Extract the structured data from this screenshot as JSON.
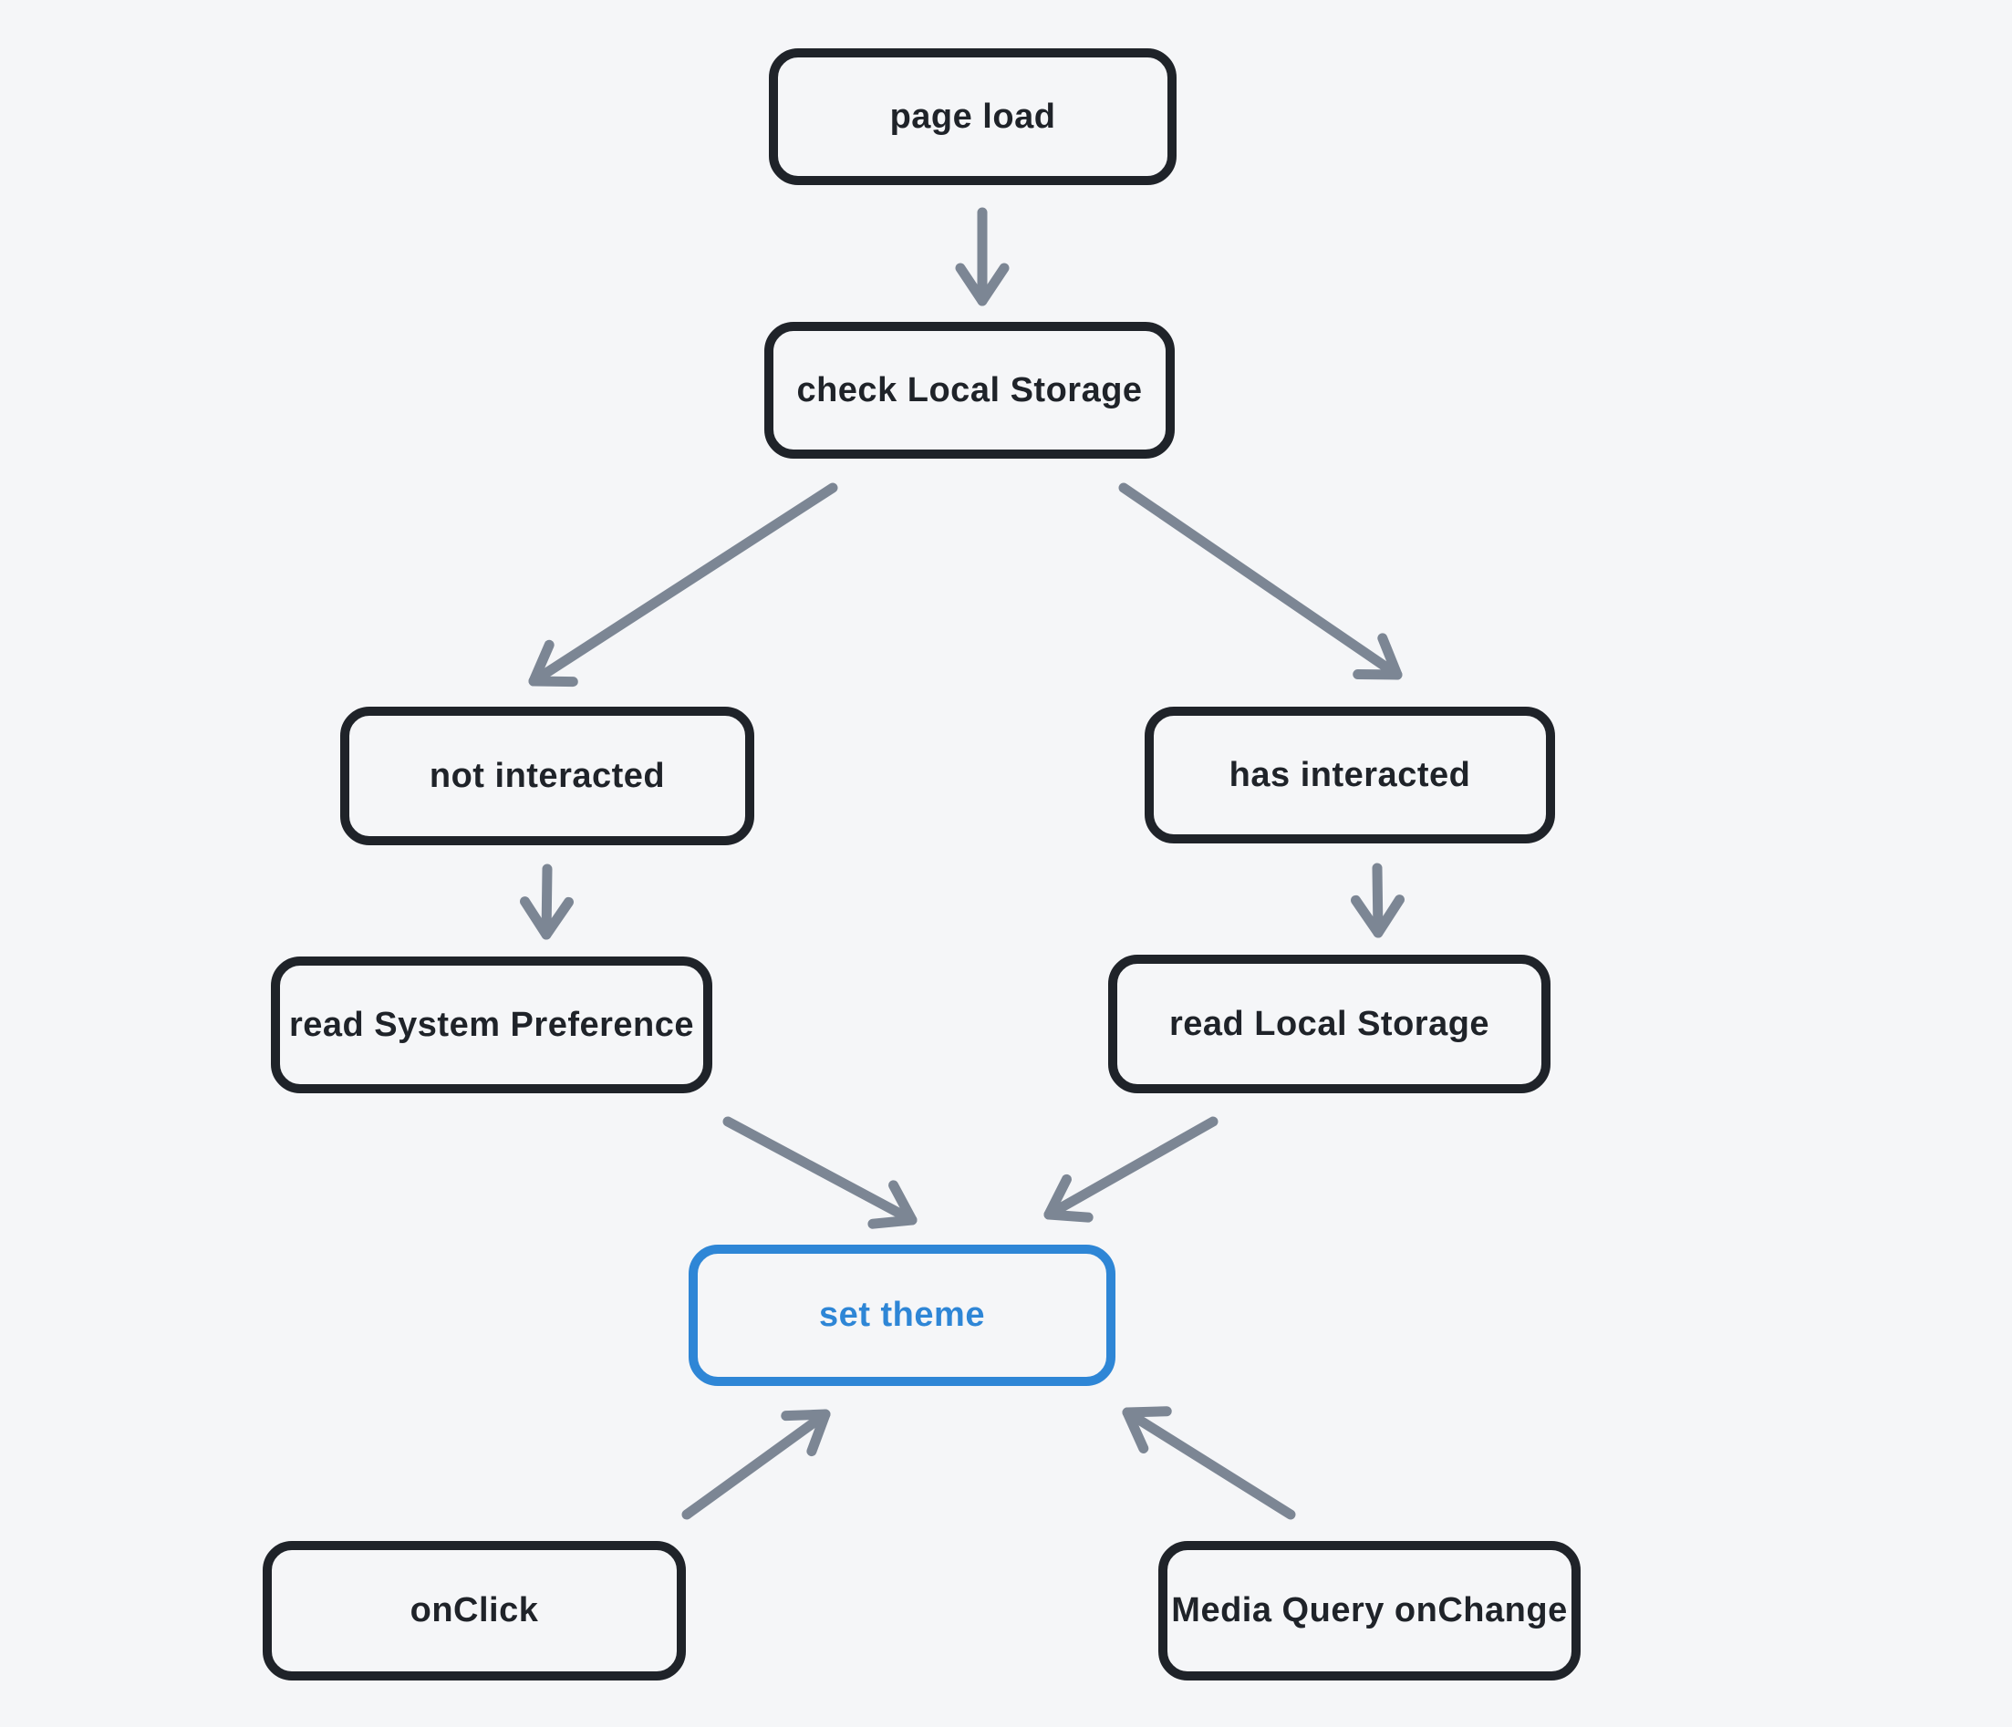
{
  "diagram": {
    "type": "flowchart",
    "nodes": [
      {
        "id": "page-load",
        "label": "page load"
      },
      {
        "id": "check-local-storage",
        "label": "check Local Storage"
      },
      {
        "id": "not-interacted",
        "label": "not interacted"
      },
      {
        "id": "has-interacted",
        "label": "has interacted"
      },
      {
        "id": "read-system-pref",
        "label": "read System Preference"
      },
      {
        "id": "read-local-storage",
        "label": "read Local Storage"
      },
      {
        "id": "set-theme",
        "label": "set theme",
        "accent": true
      },
      {
        "id": "onclick",
        "label": "onClick"
      },
      {
        "id": "media-query-onchange",
        "label": "Media Query onChange"
      }
    ],
    "edges": [
      {
        "from": "page-load",
        "to": "check-local-storage"
      },
      {
        "from": "check-local-storage",
        "to": "not-interacted"
      },
      {
        "from": "check-local-storage",
        "to": "has-interacted"
      },
      {
        "from": "not-interacted",
        "to": "read-system-pref"
      },
      {
        "from": "has-interacted",
        "to": "read-local-storage"
      },
      {
        "from": "read-system-pref",
        "to": "set-theme"
      },
      {
        "from": "read-local-storage",
        "to": "set-theme"
      },
      {
        "from": "onclick",
        "to": "set-theme"
      },
      {
        "from": "media-query-onchange",
        "to": "set-theme"
      }
    ],
    "colors": {
      "background": "#f5f6f8",
      "node_stroke": "#1f2329",
      "accent": "#2e86d6",
      "arrow": "#7c8694"
    }
  }
}
